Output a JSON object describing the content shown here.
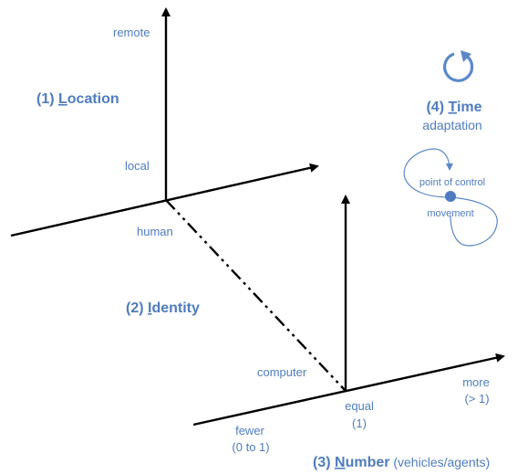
{
  "colors": {
    "text": "#4f7cc0",
    "accent": "#5b88c8",
    "axis": "#000000"
  },
  "location_axis": {
    "heading_num": "(1) ",
    "heading_initial": "L",
    "heading_rest": "ocation",
    "remote": "remote",
    "local": "local",
    "human": "human"
  },
  "identity": {
    "heading_num": "(2) ",
    "heading_initial": "I",
    "heading_rest": "dentity",
    "computer": "computer"
  },
  "number_axis": {
    "heading_num": "(3) ",
    "heading_initial": "N",
    "heading_rest": "umber",
    "heading_suffix": " (vehicles/agents)",
    "more": "more",
    "more_value": "(> 1)",
    "equal": "equal",
    "equal_value": "(1)",
    "fewer": "fewer",
    "fewer_value": "(0 to 1)"
  },
  "time": {
    "heading_num": "(4) ",
    "heading_initial": "T",
    "heading_rest": "ime",
    "subtitle": "adaptation",
    "point_of_control": "point of control",
    "movement": "movement",
    "icon": "refresh-icon"
  }
}
